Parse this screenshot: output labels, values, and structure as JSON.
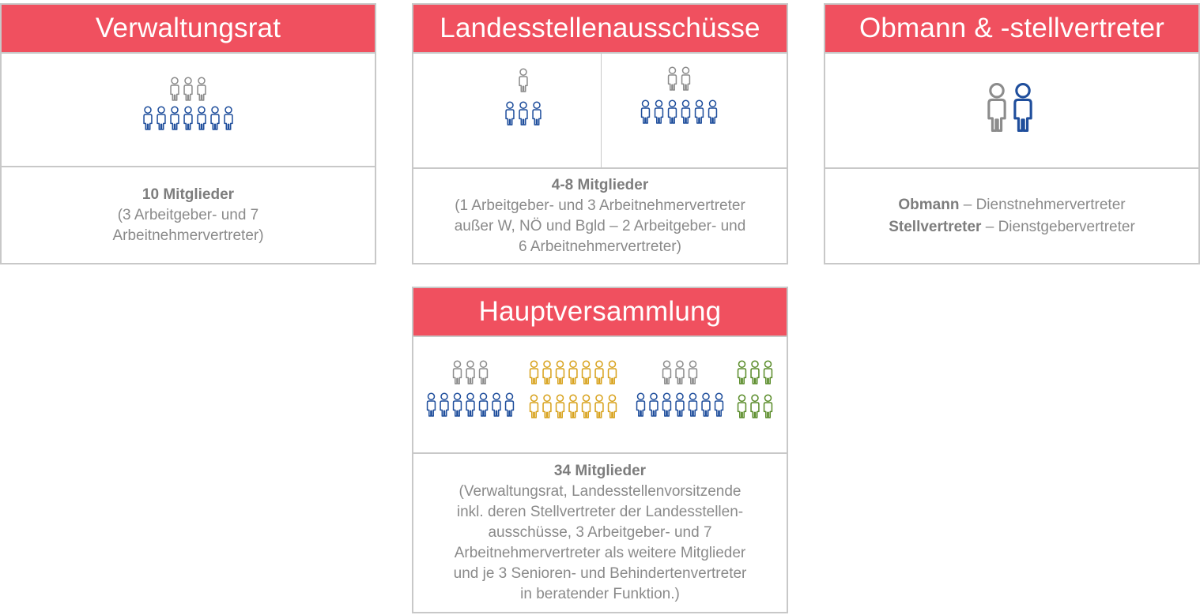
{
  "colors": {
    "header_bg": "#f0505f",
    "border": "#c8c8c8",
    "text": "#8a8a8a",
    "person_grey": "#8c8c8c",
    "person_blue": "#1f4e9c",
    "person_yellow": "#d8a21c",
    "person_green": "#5a8c2a"
  },
  "cards": {
    "verwaltungsrat": {
      "title": "Verwaltungsrat",
      "count": "10 Mitglieder",
      "detail_1": "(3 Arbeitgeber- und 7",
      "detail_2": "Arbeitnehmervertreter)"
    },
    "landesstellen": {
      "title": "Landesstellenausschüsse",
      "count": "4-8 Mitglieder",
      "detail_1": "(1 Arbeitgeber- und 3 Arbeitnehmervertreter",
      "detail_2": "außer W, NÖ und Bgld  – 2 Arbeitgeber- und",
      "detail_3": "6 Arbeitnehmervertreter)"
    },
    "obmann": {
      "title": "Obmann & -stellvertreter",
      "line1_bold": "Obmann",
      "line1_rest": " – Dienstnehmervertreter",
      "line2_bold": "Stellvertreter",
      "line2_rest": " – Dienstgebervertreter"
    },
    "hauptversammlung": {
      "title": "Hauptversammlung",
      "count": "34 Mitglieder",
      "detail_1": "(Verwaltungsrat, Landesstellenvorsitzende",
      "detail_2": "inkl. deren Stellvertreter der Landesstellen-",
      "detail_3": "ausschüsse,  3 Arbeitgeber- und 7",
      "detail_4": "Arbeitnehmervertreter als weitere Mitglieder",
      "detail_5": "und  je 3 Senioren- und Behindertenvertreter",
      "detail_6": "in beratender Funktion.)"
    }
  },
  "icon_groups": {
    "verwaltungsrat": [
      {
        "color": "grey",
        "count": 3
      },
      {
        "color": "blue",
        "count": 7
      }
    ],
    "landesstellen_small": [
      {
        "color": "grey",
        "count": 1
      },
      {
        "color": "blue",
        "count": 3
      }
    ],
    "landesstellen_large": [
      {
        "color": "grey",
        "count": 2
      },
      {
        "color": "blue",
        "count": 6
      }
    ],
    "obmann": [
      {
        "color": "grey",
        "count": 1
      },
      {
        "color": "blue",
        "count": 1
      }
    ],
    "haupt_a": [
      {
        "color": "grey",
        "count": 3
      },
      {
        "color": "blue",
        "count": 7
      }
    ],
    "haupt_b": [
      {
        "color": "yellow",
        "count": 7
      },
      {
        "color": "yellow",
        "count": 7
      }
    ],
    "haupt_c": [
      {
        "color": "grey",
        "count": 3
      },
      {
        "color": "blue",
        "count": 7
      }
    ],
    "haupt_d": [
      {
        "color": "green",
        "count": 3
      },
      {
        "color": "green",
        "count": 3
      }
    ]
  }
}
